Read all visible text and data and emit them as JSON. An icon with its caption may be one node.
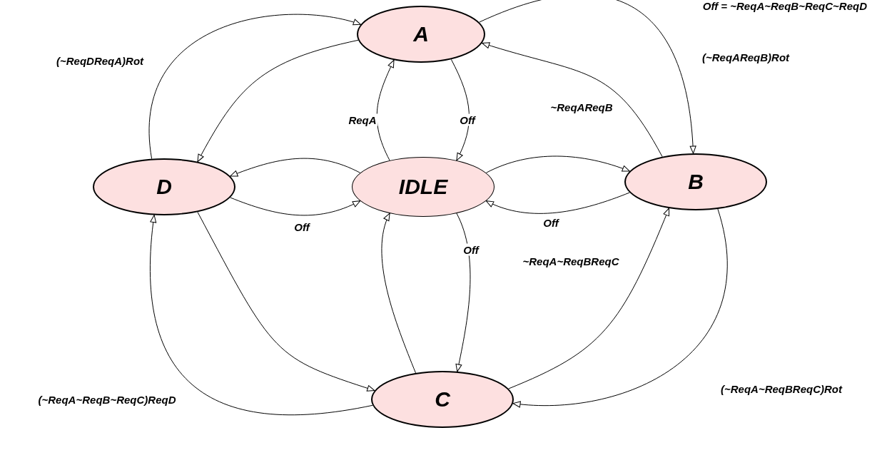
{
  "diagram": {
    "nodes": [
      {
        "text": [
          "A"
        ]
      },
      {
        "text": [
          "D"
        ]
      },
      {
        "text": [
          "IDLE"
        ]
      },
      {
        "text": [
          "B"
        ]
      },
      {
        "text": [
          "C"
        ]
      }
    ],
    "edges": [
      {
        "from": 1,
        "to": 0,
        "arrow": "to",
        "label": "(~ReqDReqA)Rot"
      },
      {
        "from": 0,
        "to": 1,
        "arrow": "to"
      },
      {
        "from": 0,
        "to": 3,
        "arrow": "to",
        "label": "(~ReqAReqB)Rot"
      },
      {
        "from": 3,
        "to": 0,
        "arrow": "to",
        "label": "~ReqAReqB"
      },
      {
        "from": 2,
        "to": 0,
        "arrow": "to",
        "label": "ReqA"
      },
      {
        "from": 0,
        "to": 2,
        "arrow": "to",
        "label": "Off"
      },
      {
        "from": 2,
        "to": 1,
        "arrow": "to"
      },
      {
        "from": 1,
        "to": 2,
        "arrow": "to",
        "label": "Off"
      },
      {
        "from": 2,
        "to": 3,
        "arrow": "to"
      },
      {
        "from": 3,
        "to": 2,
        "arrow": "to",
        "label": "Off"
      },
      {
        "from": 4,
        "to": 2,
        "arrow": "to"
      },
      {
        "from": 2,
        "to": 4,
        "arrow": "to",
        "label": "Off"
      },
      {
        "from": 1,
        "to": 4,
        "arrow": "to"
      },
      {
        "from": 4,
        "to": 1,
        "arrow": "to",
        "label": "(~ReqA~ReqB~ReqC)ReqD"
      },
      {
        "from": 4,
        "to": 3,
        "arrow": "to",
        "label": "~ReqA~ReqBReqC"
      },
      {
        "from": 3,
        "to": 4,
        "arrow": "to",
        "label": "(~ReqA~ReqBReqC)Rot"
      }
    ],
    "labels": [
      "Off = ~ReqA~ReqB~ReqC~ReqD"
    ]
  }
}
